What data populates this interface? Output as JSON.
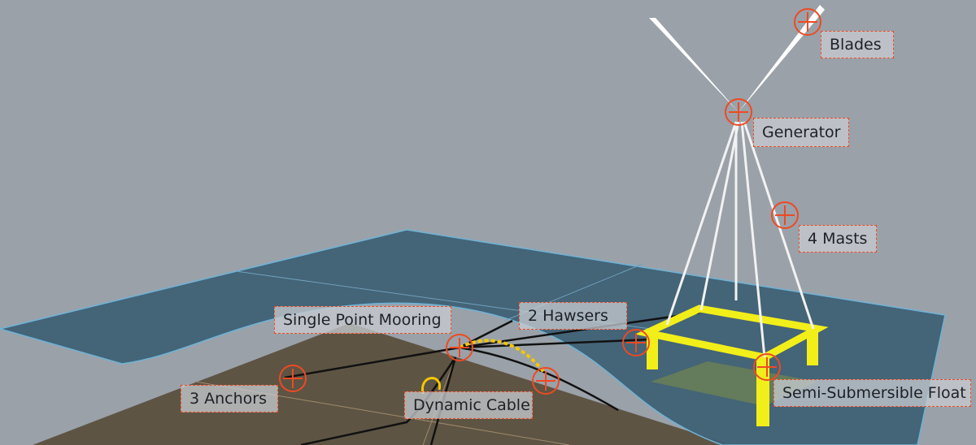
{
  "labels": {
    "blades": "Blades",
    "generator": "Generator",
    "masts": "4 Masts",
    "mooring": "Single Point Mooring",
    "hawsers": "2 Hawsers",
    "anchors": "3 Anchors",
    "cable": "Dynamic Cable",
    "float": "Semi-Submersible Float"
  },
  "colors": {
    "background": "#9aa1a9",
    "water": "#3f6175",
    "seabed": "#5e5444",
    "float": "#f2ee1a",
    "marker": "#ee4a22"
  }
}
